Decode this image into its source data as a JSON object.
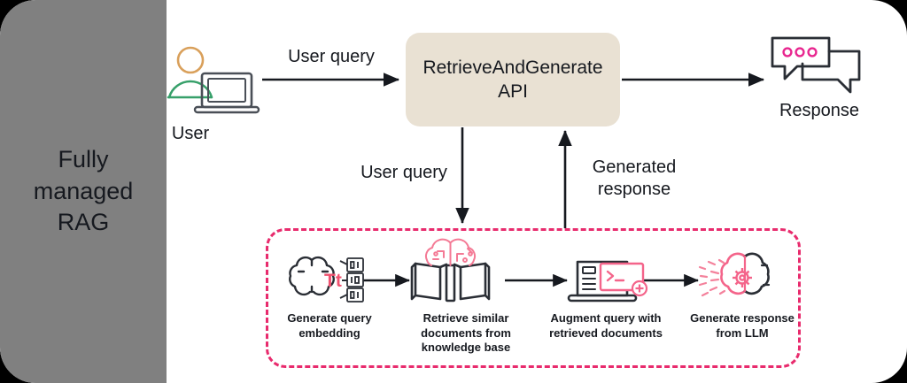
{
  "diagram": {
    "title_panel": {
      "label": "Fully\nmanaged\nRAG",
      "bg_color": "#808080"
    },
    "accent_colors": {
      "pink": "#e82b6d",
      "beige": "#e9e1d3",
      "ink": "#16191f",
      "orange": "#d9a05b",
      "green": "#37a06a"
    },
    "nodes": {
      "user": {
        "caption": "User",
        "icon": "user-laptop-icon"
      },
      "api": {
        "label": "RetrieveAndGenerate\nAPI"
      },
      "response": {
        "caption": "Response",
        "icon": "chat-bubbles-icon"
      }
    },
    "edges": {
      "user_to_api": {
        "label": "User query"
      },
      "api_to_pipeline": {
        "label": "User query"
      },
      "pipeline_to_api": {
        "label": "Generated\nresponse"
      }
    },
    "pipeline": {
      "border_color": "#e82b6d",
      "steps": [
        {
          "caption": "Generate query\nembedding",
          "icon": "text-embedding-icon"
        },
        {
          "caption": "Retrieve similar\ndocuments from\nknowledge base",
          "icon": "book-brain-icon"
        },
        {
          "caption": "Augment query with\nretrieved documents",
          "icon": "laptop-terminal-icon"
        },
        {
          "caption": "Generate response\nfrom LLM",
          "icon": "brain-gear-icon"
        }
      ]
    }
  }
}
